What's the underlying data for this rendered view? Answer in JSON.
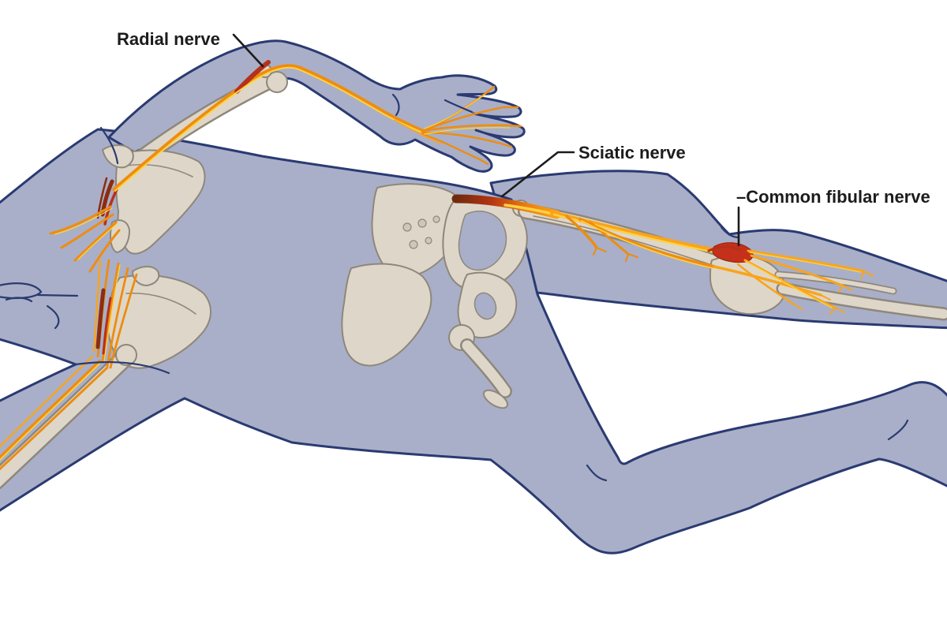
{
  "illustration": {
    "labels": {
      "radial": "Radial nerve",
      "sciatic": "Sciatic nerve",
      "fibular": "–Common fibular nerve"
    },
    "colors": {
      "background": "#ffffff",
      "body_fill": "#a9afc8",
      "body_outline": "#2a3a72",
      "bone_fill": "#ded7c9",
      "bone_outline": "#8e877b",
      "nerve_orange": "#ee8c10",
      "nerve_yellow": "#ffd23f",
      "nerve_red": "#b5311c",
      "label_text": "#1c1c1c"
    }
  }
}
